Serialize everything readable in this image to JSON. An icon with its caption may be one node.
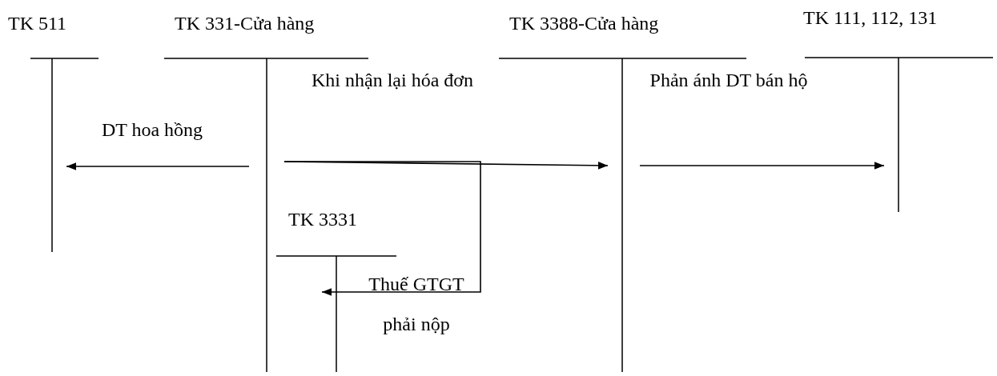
{
  "diagram": {
    "nodes": [
      {
        "text": [
          "TK 511"
        ]
      },
      {
        "text": [
          "TK 331-Cửa hàng"
        ]
      },
      {
        "text": [
          "TK 3388-Cửa hàng"
        ]
      },
      {
        "text": [
          "TK 111, 112, 131"
        ]
      },
      {
        "text": [
          "TK 3331"
        ]
      }
    ],
    "edges": [
      {
        "from": 1,
        "to": 0,
        "arrow": "to",
        "label": "DT hoa hồng"
      },
      {
        "from": 1,
        "to": 2,
        "arrow": "to",
        "label": "Khi nhận lại hóa đơn"
      },
      {
        "from": 2,
        "to": 3,
        "arrow": "to",
        "label": "Phản ánh DT bán hộ"
      },
      {
        "from": 1,
        "to": 4,
        "arrow": "to",
        "label": "Thuế GTGT phải nộp"
      }
    ]
  }
}
